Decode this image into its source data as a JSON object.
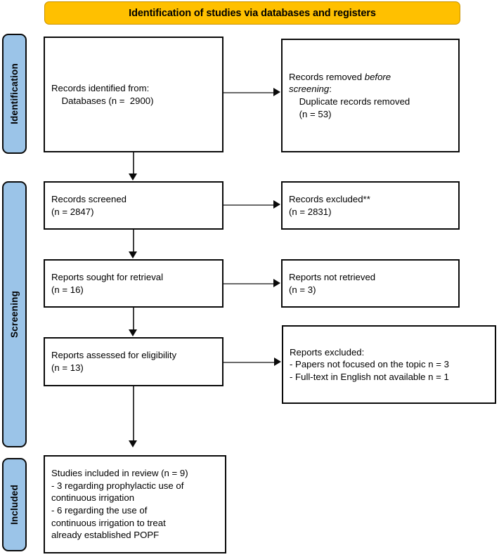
{
  "banner": {
    "title": "Identification of studies via databases and registers",
    "bg_color": "#FFC000",
    "border_color": "#C89200"
  },
  "stages": {
    "bar_color": "#9BC4E8",
    "identification": "Identification",
    "screening": "Screening",
    "included": "Included"
  },
  "boxes": {
    "identified": {
      "line1": "Records identified from:",
      "line2": "    Databases (n =  2900)"
    },
    "removed": {
      "line1_a": "Records removed ",
      "line1_b": "before",
      "line2_a": "screening",
      "line2_b": ":",
      "line3": "    Duplicate records removed",
      "line4": "    (n = 53)"
    },
    "screened": {
      "line1": "Records screened",
      "line2": "(n = 2847)"
    },
    "excluded": {
      "line1": "Records excluded**",
      "line2": "(n = 2831)"
    },
    "sought": {
      "line1": "Reports sought for retrieval",
      "line2": "(n = 16)"
    },
    "not_retrieved": {
      "line1": "Reports not retrieved",
      "line2": "(n = 3)"
    },
    "assessed": {
      "line1": "Reports assessed for eligibility",
      "line2": "(n = 13)"
    },
    "reports_excluded": {
      "line1": "Reports excluded:",
      "line2": "- Papers not focused on the topic n = 3",
      "line3": "- Full-text in English not available n = 1"
    },
    "included": {
      "line1": "Studies included in review (n = 9)",
      "line2": "- 3 regarding prophylactic use of",
      "line3": "continuous irrigation",
      "line4": "- 6 regarding the use of",
      "line5": "continuous irrigation to treat",
      "line6": "already established POPF"
    }
  }
}
